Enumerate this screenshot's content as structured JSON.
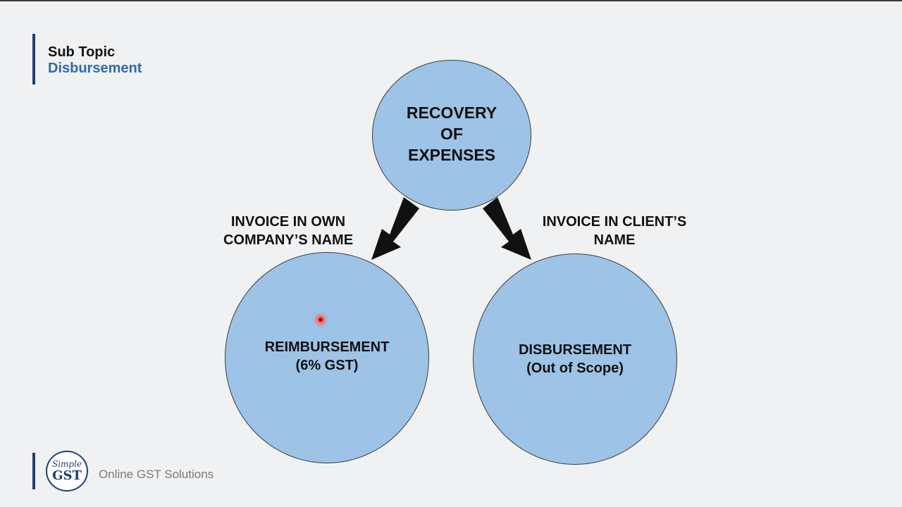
{
  "header": {
    "sub_topic": "Sub Topic",
    "topic_name": "Disbursement"
  },
  "diagram": {
    "root": {
      "line1": "RECOVERY",
      "line2": "OF",
      "line3": "EXPENSES"
    },
    "left_branch": {
      "label_line1": "INVOICE IN OWN",
      "label_line2": "COMPANY’S NAME"
    },
    "right_branch": {
      "label_line1": "INVOICE IN CLIENT’S",
      "label_line2": "NAME"
    },
    "left_node": {
      "line1": "REIMBURSEMENT",
      "line2": "(6% GST)"
    },
    "right_node": {
      "line1": "DISBURSEMENT",
      "line2": "(Out of Scope)"
    },
    "colors": {
      "circle_fill": "#9dc3e6",
      "accent": "#2e6ca6",
      "arrow": "#111111"
    }
  },
  "footer": {
    "logo_top": "Simple",
    "logo_bottom": "GST",
    "tagline": "Online GST Solutions"
  }
}
